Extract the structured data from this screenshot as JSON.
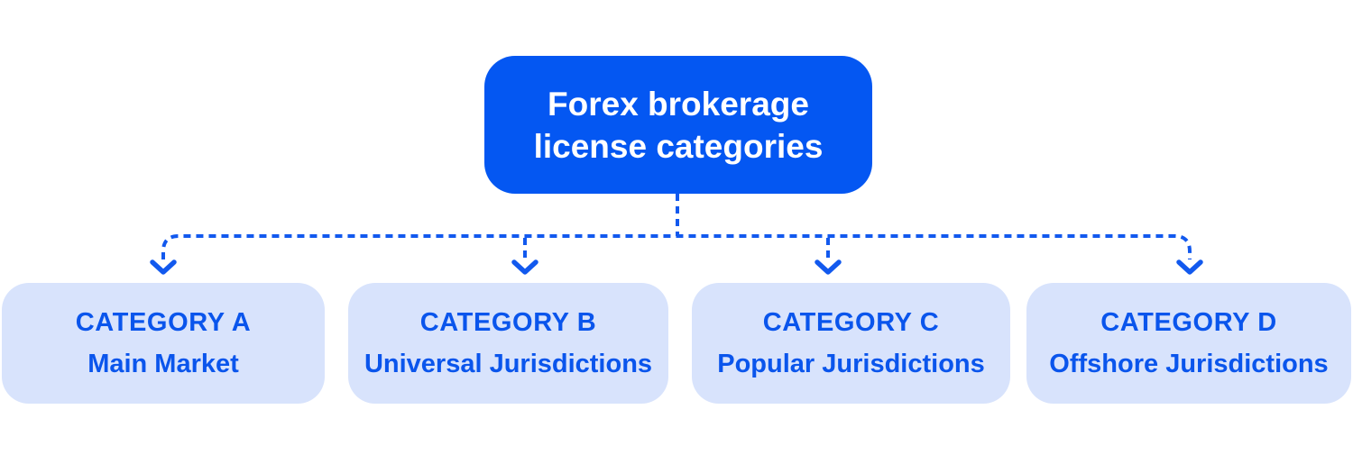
{
  "root": {
    "title_line1": "Forex brokerage",
    "title_line2": "license categories"
  },
  "categories": [
    {
      "heading": "CATEGORY A",
      "subtitle": "Main Market"
    },
    {
      "heading": "CATEGORY B",
      "subtitle": "Universal Jurisdictions"
    },
    {
      "heading": "CATEGORY C",
      "subtitle": "Popular Jurisdictions"
    },
    {
      "heading": "CATEGORY D",
      "subtitle": "Offshore Jurisdictions"
    }
  ],
  "colors": {
    "primary_blue": "#0457F2",
    "light_blue": "#D8E3FC",
    "text_blue": "#0A55EC",
    "line_blue": "#1259EE",
    "background": "#FFFFFF",
    "root_text": "#FFFFFF"
  }
}
